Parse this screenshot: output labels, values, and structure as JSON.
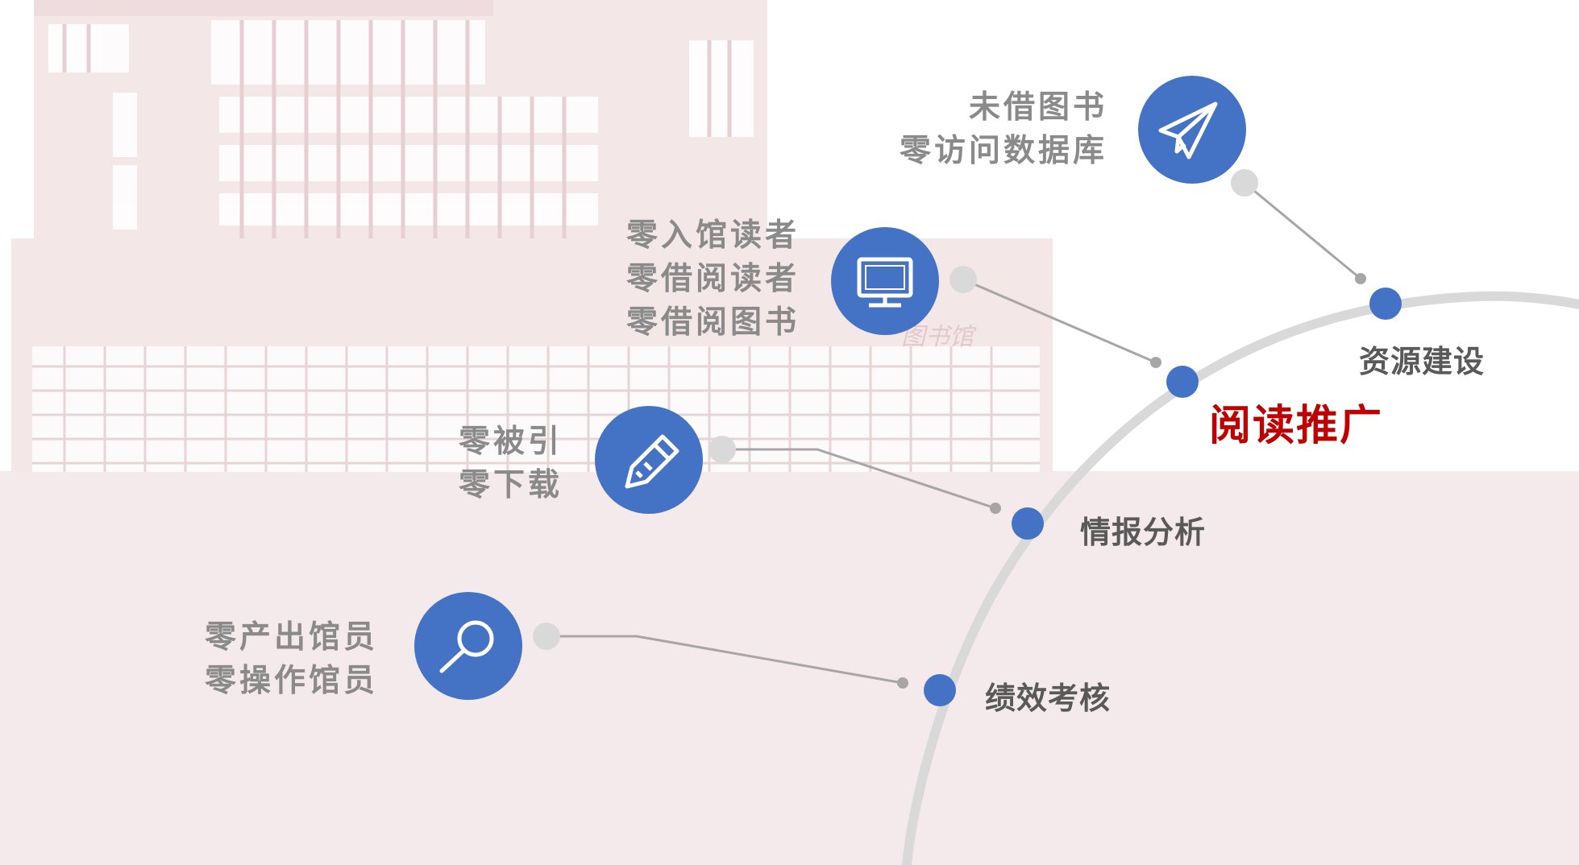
{
  "colors": {
    "accent": "#4472c4",
    "active_label": "#c00000",
    "label": "#595959",
    "side_text": "#8a8a8a",
    "arc": "#d9d9d9",
    "connector": "#a6a6a6",
    "background_tint": "#f5eaeb"
  },
  "background": {
    "sign_text": "图书馆"
  },
  "nodes": [
    {
      "label": "资源建设",
      "active": false
    },
    {
      "label": "阅读推广",
      "active": true
    },
    {
      "label": "情报分析",
      "active": false
    },
    {
      "label": "绩效考核",
      "active": false
    }
  ],
  "items": [
    {
      "icon": "paper-plane-icon",
      "lines": [
        "未借图书",
        "零访问数据库"
      ]
    },
    {
      "icon": "monitor-icon",
      "lines": [
        "零入馆读者",
        "零借阅读者",
        "零借阅图书"
      ]
    },
    {
      "icon": "pencil-icon",
      "lines": [
        "零被引",
        "零下载"
      ]
    },
    {
      "icon": "magnifier-icon",
      "lines": [
        "零产出馆员",
        "零操作馆员"
      ]
    }
  ]
}
